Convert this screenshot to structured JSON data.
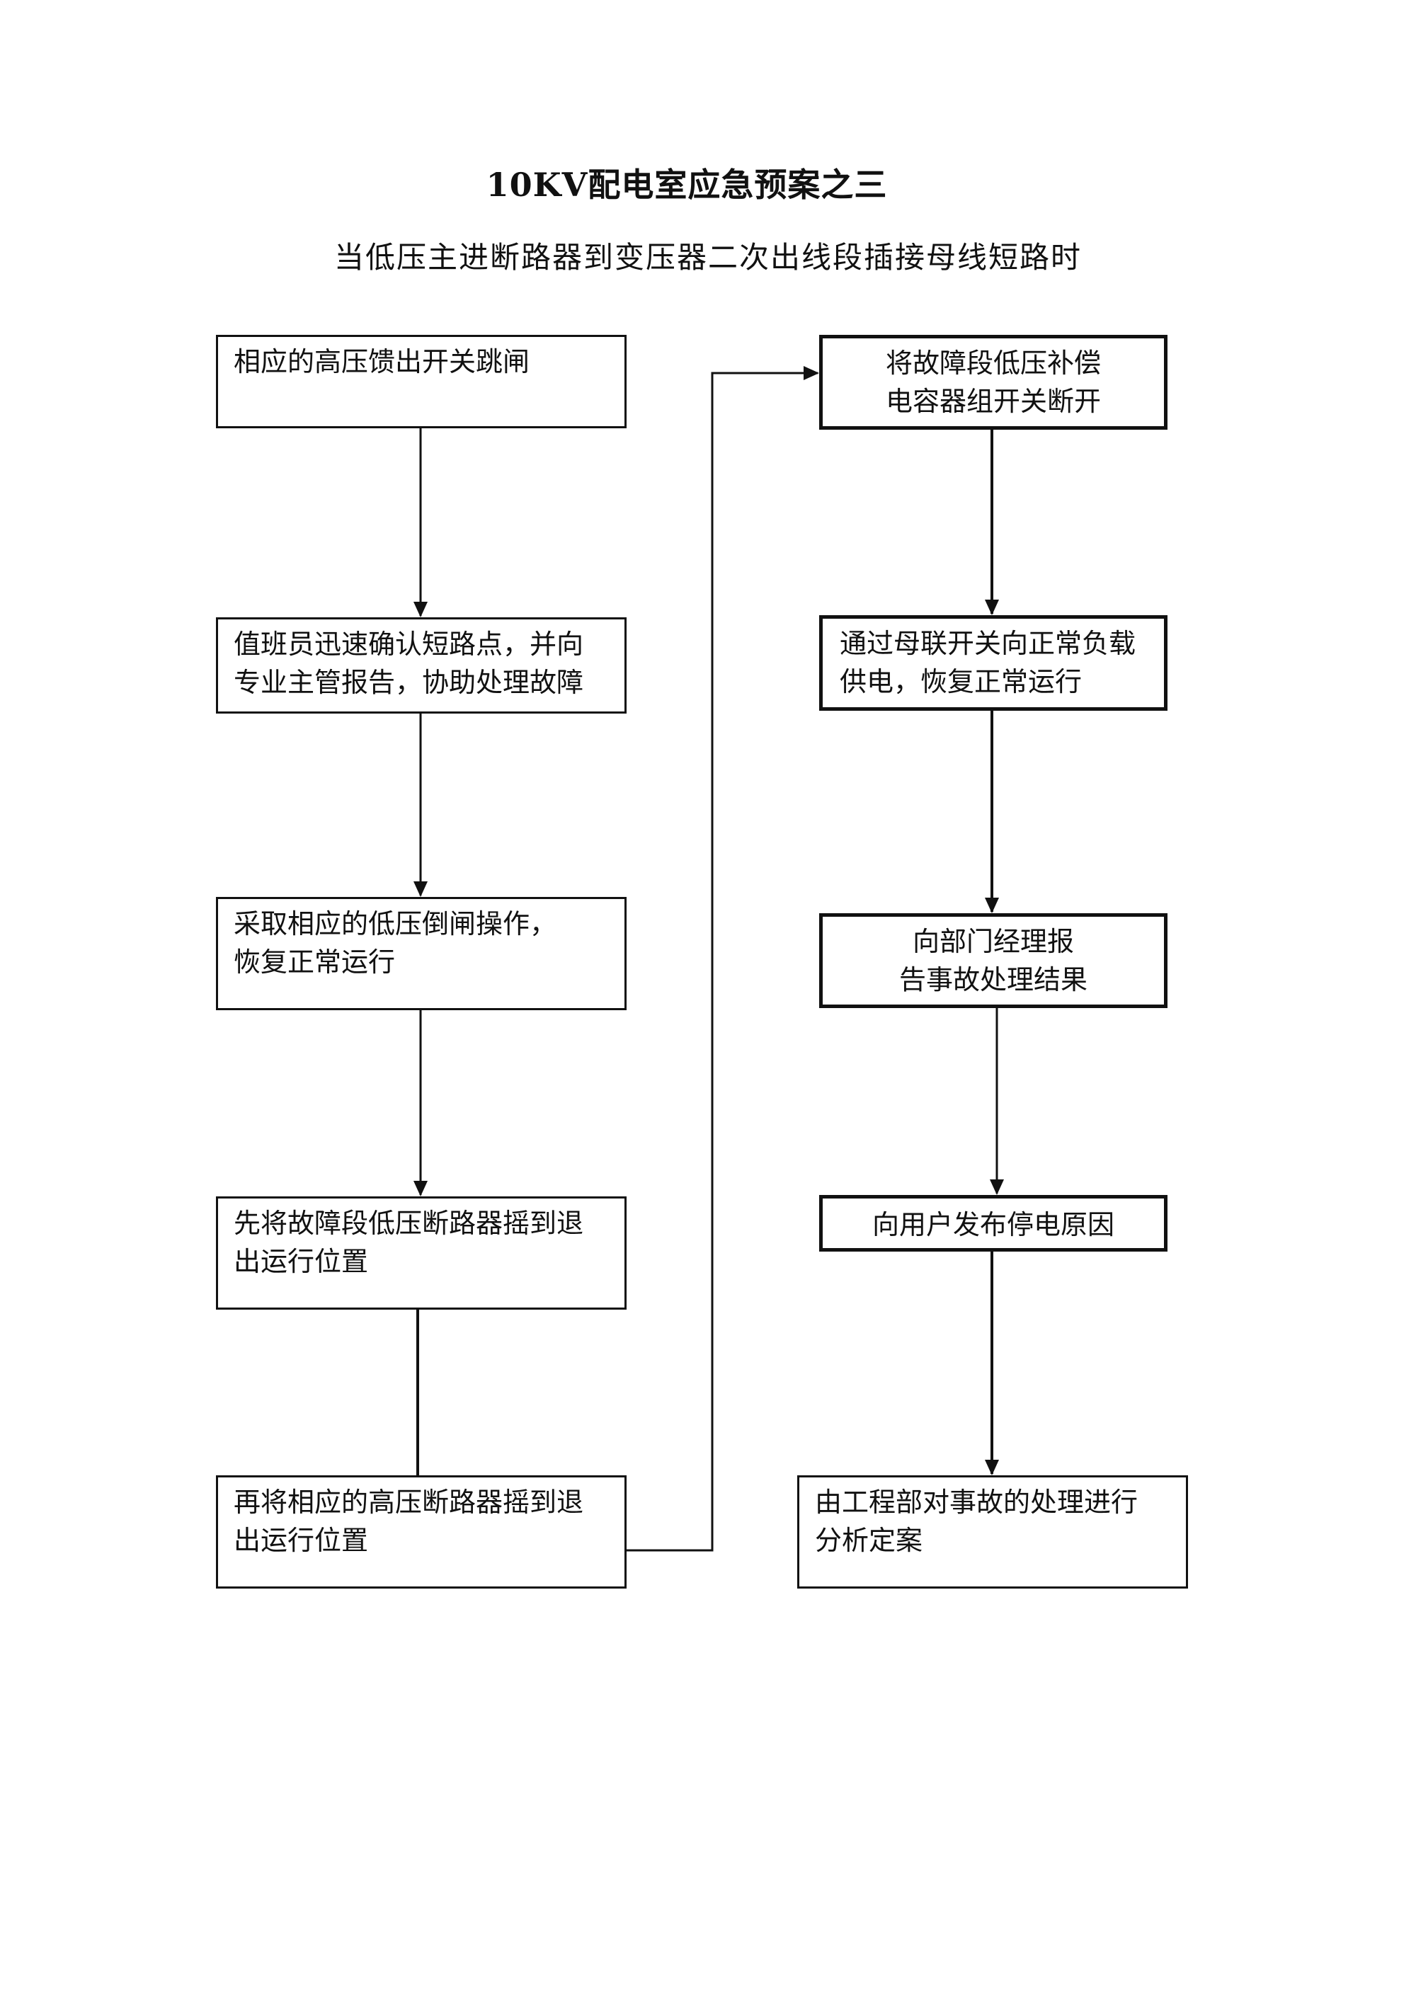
{
  "title": "10KV配电室应急预案之三",
  "subtitle": "当低压主进断路器到变压器二次出线段插接母线短路时",
  "steps": {
    "s1": [
      "相应的高压馈出开关跳闸"
    ],
    "s2": [
      "值班员迅速确认短路点，并向",
      "专业主管报告，协助处理故障"
    ],
    "s3": [
      "采取相应的低压倒闸操作，",
      "恢复正常运行"
    ],
    "s4": [
      "先将故障段低压断路器摇到退",
      "出运行位置"
    ],
    "s5": [
      "再将相应的高压断路器摇到退",
      "出运行位置"
    ],
    "s6": [
      "将故障段低压补偿",
      "电容器组开关断开"
    ],
    "s7": [
      "通过母联开关向正常负载",
      "供电，恢复正常运行"
    ],
    "s8": [
      "向部门经理报",
      "告事故处理结果"
    ],
    "s9": [
      "向用户发布停电原因"
    ],
    "s10": [
      "由工程部对事故的处理进行",
      "分析定案"
    ]
  },
  "colors": {
    "line": "#111111",
    "background": "#ffffff"
  }
}
